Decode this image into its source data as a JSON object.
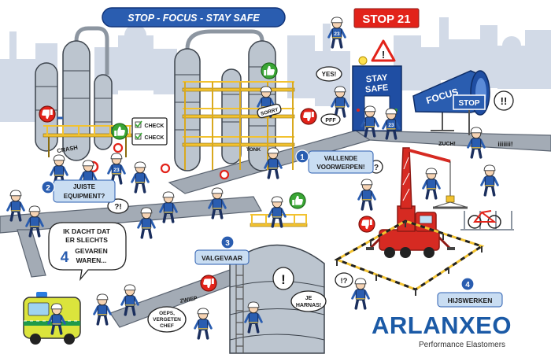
{
  "banner": {
    "title": "STOP - FOCUS - STAY SAFE"
  },
  "campaign": {
    "label": "STOP 21"
  },
  "gate": {
    "line1": "STAY",
    "line2": "SAFE",
    "warning": "!"
  },
  "megaphone": {
    "label": "FOCUS"
  },
  "stop_sign": {
    "label": "STOP"
  },
  "hazards": [
    {
      "number": "1",
      "line1": "VALLENDE",
      "line2": "VOORWERPEN!"
    },
    {
      "number": "2",
      "line1": "JUISTE",
      "line2": "EQUIPMENT?"
    },
    {
      "number": "3",
      "line1": "VALGEVAAR"
    },
    {
      "number": "4",
      "line1": "HIJSWERKEN"
    }
  ],
  "thought_bubble": {
    "line1": "IK DACHT DAT",
    "line2": "ER SLECHTS",
    "number": "4",
    "line3": "GEVAREN",
    "line4": "WAREN..."
  },
  "bubbles": {
    "yes": "YES!",
    "pff": "PFF",
    "sorry": "SORRY",
    "crash": "CRASH",
    "tonk": "TONK",
    "zuch": "ZUCH!",
    "scream": "iiiiiii!",
    "double_exclaim": "!!",
    "question_exclaim": "?!",
    "exclaim_question": "!?",
    "question": "?",
    "exclaim": "!",
    "zwiep": "ZWIEP",
    "oeps": [
      "OEPS,",
      "VERGETEN",
      "CHEF"
    ],
    "harnas": [
      "JE",
      "HARNAS!"
    ]
  },
  "checklist": {
    "items": [
      "CHECK",
      "CHECK"
    ]
  },
  "shirt_numbers": [
    "23",
    "23",
    "23"
  ],
  "logo": {
    "name": "ARLANXEO",
    "tagline": "Performance Elastomers"
  },
  "icons": {
    "thumbs_up": "thumbs-up-icon",
    "thumbs_down": "thumbs-down-icon",
    "warning": "warning-triangle-icon"
  },
  "colors": {
    "brand_blue": "#2a5db0",
    "stop_red": "#e2231a",
    "safety_yellow": "#f2c230",
    "logo_blue": "#1b5aa6",
    "ok_green": "#3aa635",
    "crane_red": "#d62a22"
  }
}
